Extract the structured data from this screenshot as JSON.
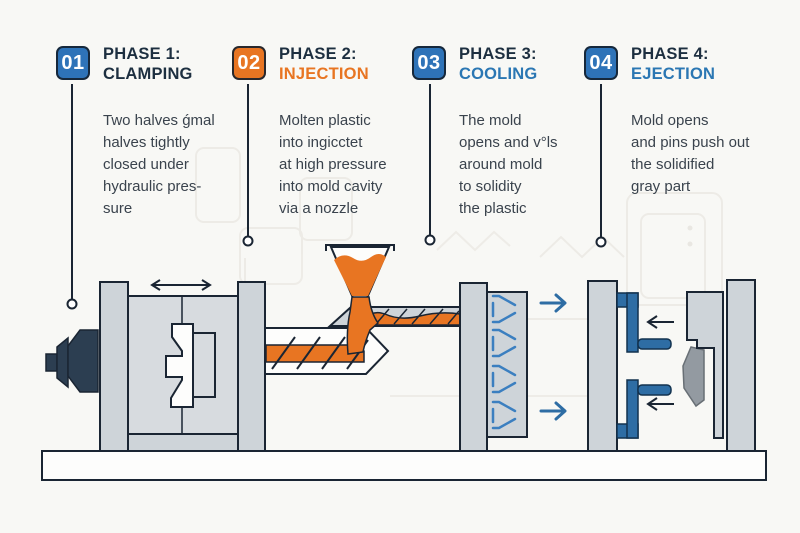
{
  "colors": {
    "background": "#f8f8f5",
    "outline": "#1a2533",
    "metal_light": "#ced4d9",
    "metal_lighter": "#d7dbdf",
    "navy_dark": "#2c3e51",
    "orange": "#e87522",
    "blue": "#2e73b8",
    "steel_blue": "#2e6da4",
    "channel_blue": "#3b7fc0",
    "part_gray": "#939aa1",
    "white": "#fdfdfc",
    "watermark": "#eceae5",
    "title_text": "#1d2f40",
    "body_text": "#3a434d"
  },
  "phases": [
    {
      "number": "01",
      "title": "PHASE 1:",
      "subtitle": "CLAMPING",
      "badge_color": "#2e73b8",
      "subtitle_color": "#1d2f40",
      "lines": [
        "Two halves ǵmal",
        "halves tightly",
        "closed under",
        "hydraulic pres-",
        "sure"
      ]
    },
    {
      "number": "02",
      "title": "PHASE 2:",
      "subtitle": "INJECTION",
      "badge_color": "#e87522",
      "subtitle_color": "#e87522",
      "lines": [
        "Molten plastic",
        "into ingicctet",
        "at high pressure",
        "into mold cavity",
        "via a nozzle"
      ]
    },
    {
      "number": "03",
      "title": "PHASE 3:",
      "subtitle": "COOLING",
      "badge_color": "#2e73b8",
      "subtitle_color": "#2b77b3",
      "lines": [
        "The mold",
        "opens and v°ls",
        "around mold",
        "to solidity",
        "the plastic"
      ]
    },
    {
      "number": "04",
      "title": "PHASE 4:",
      "subtitle": "EJECTION",
      "badge_color": "#2e73b8",
      "subtitle_color": "#2b77b3",
      "lines": [
        "Mold opens",
        "and pins push out",
        "the solidified",
        "gray part"
      ]
    }
  ]
}
